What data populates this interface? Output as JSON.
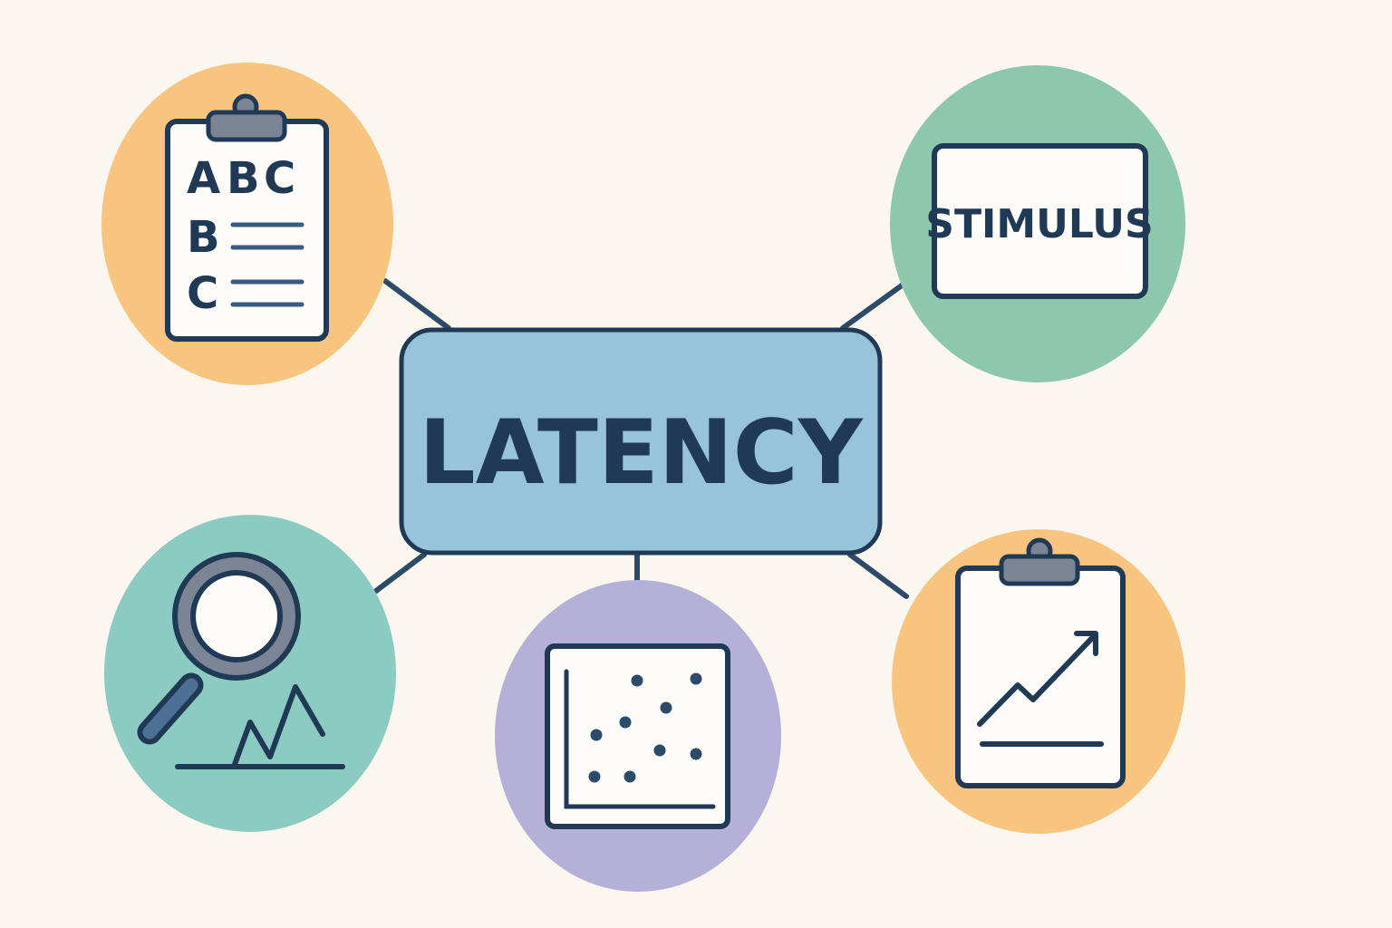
{
  "title": "LATENCY",
  "colors": {
    "background": "#fbf6ee",
    "center_box": "#97c4da",
    "ink": "#203a55",
    "orange": "#f7c57f",
    "green": "#8dc7ad",
    "teal": "#8ccbc1",
    "lavender": "#b5b0d8",
    "clip": "#7b8596"
  },
  "nodes": [
    {
      "id": "survey",
      "icon": "clipboard-checklist-icon",
      "letters": [
        "A",
        "B",
        "C",
        "B",
        "C"
      ]
    },
    {
      "id": "stimulus",
      "icon": "stimulus-card-icon",
      "label": "STIMULUS"
    },
    {
      "id": "analysis",
      "icon": "magnifier-waveform-icon"
    },
    {
      "id": "scatter",
      "icon": "scatter-plot-icon"
    },
    {
      "id": "trend",
      "icon": "clipboard-trend-icon"
    }
  ]
}
